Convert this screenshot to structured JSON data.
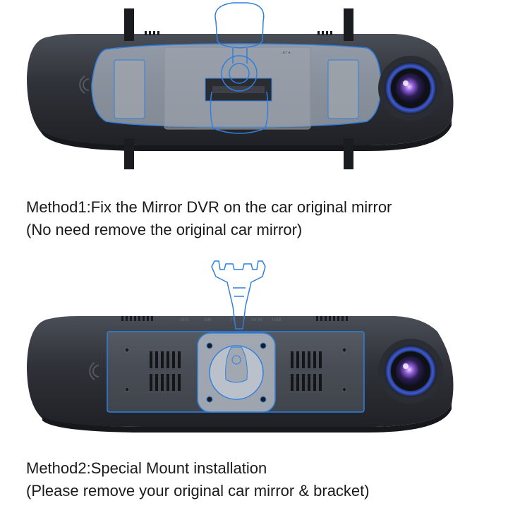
{
  "method1": {
    "title": "Method1:Fix the Mirror DVR on the car original mirror",
    "note": "(No need remove the original car mirror)"
  },
  "method2": {
    "title": "Method2:Special Mount installation",
    "note": "(Please remove your original car mirror & bracket)"
  },
  "ports": [
    "GPS",
    "SIM",
    "TF",
    "AV IN",
    "USB"
  ],
  "colors": {
    "mirror_body": "#2c2f35",
    "highlight_outline": "#2f7fe0",
    "camera_ring": "#3b5bdb",
    "background": "#ffffff"
  }
}
